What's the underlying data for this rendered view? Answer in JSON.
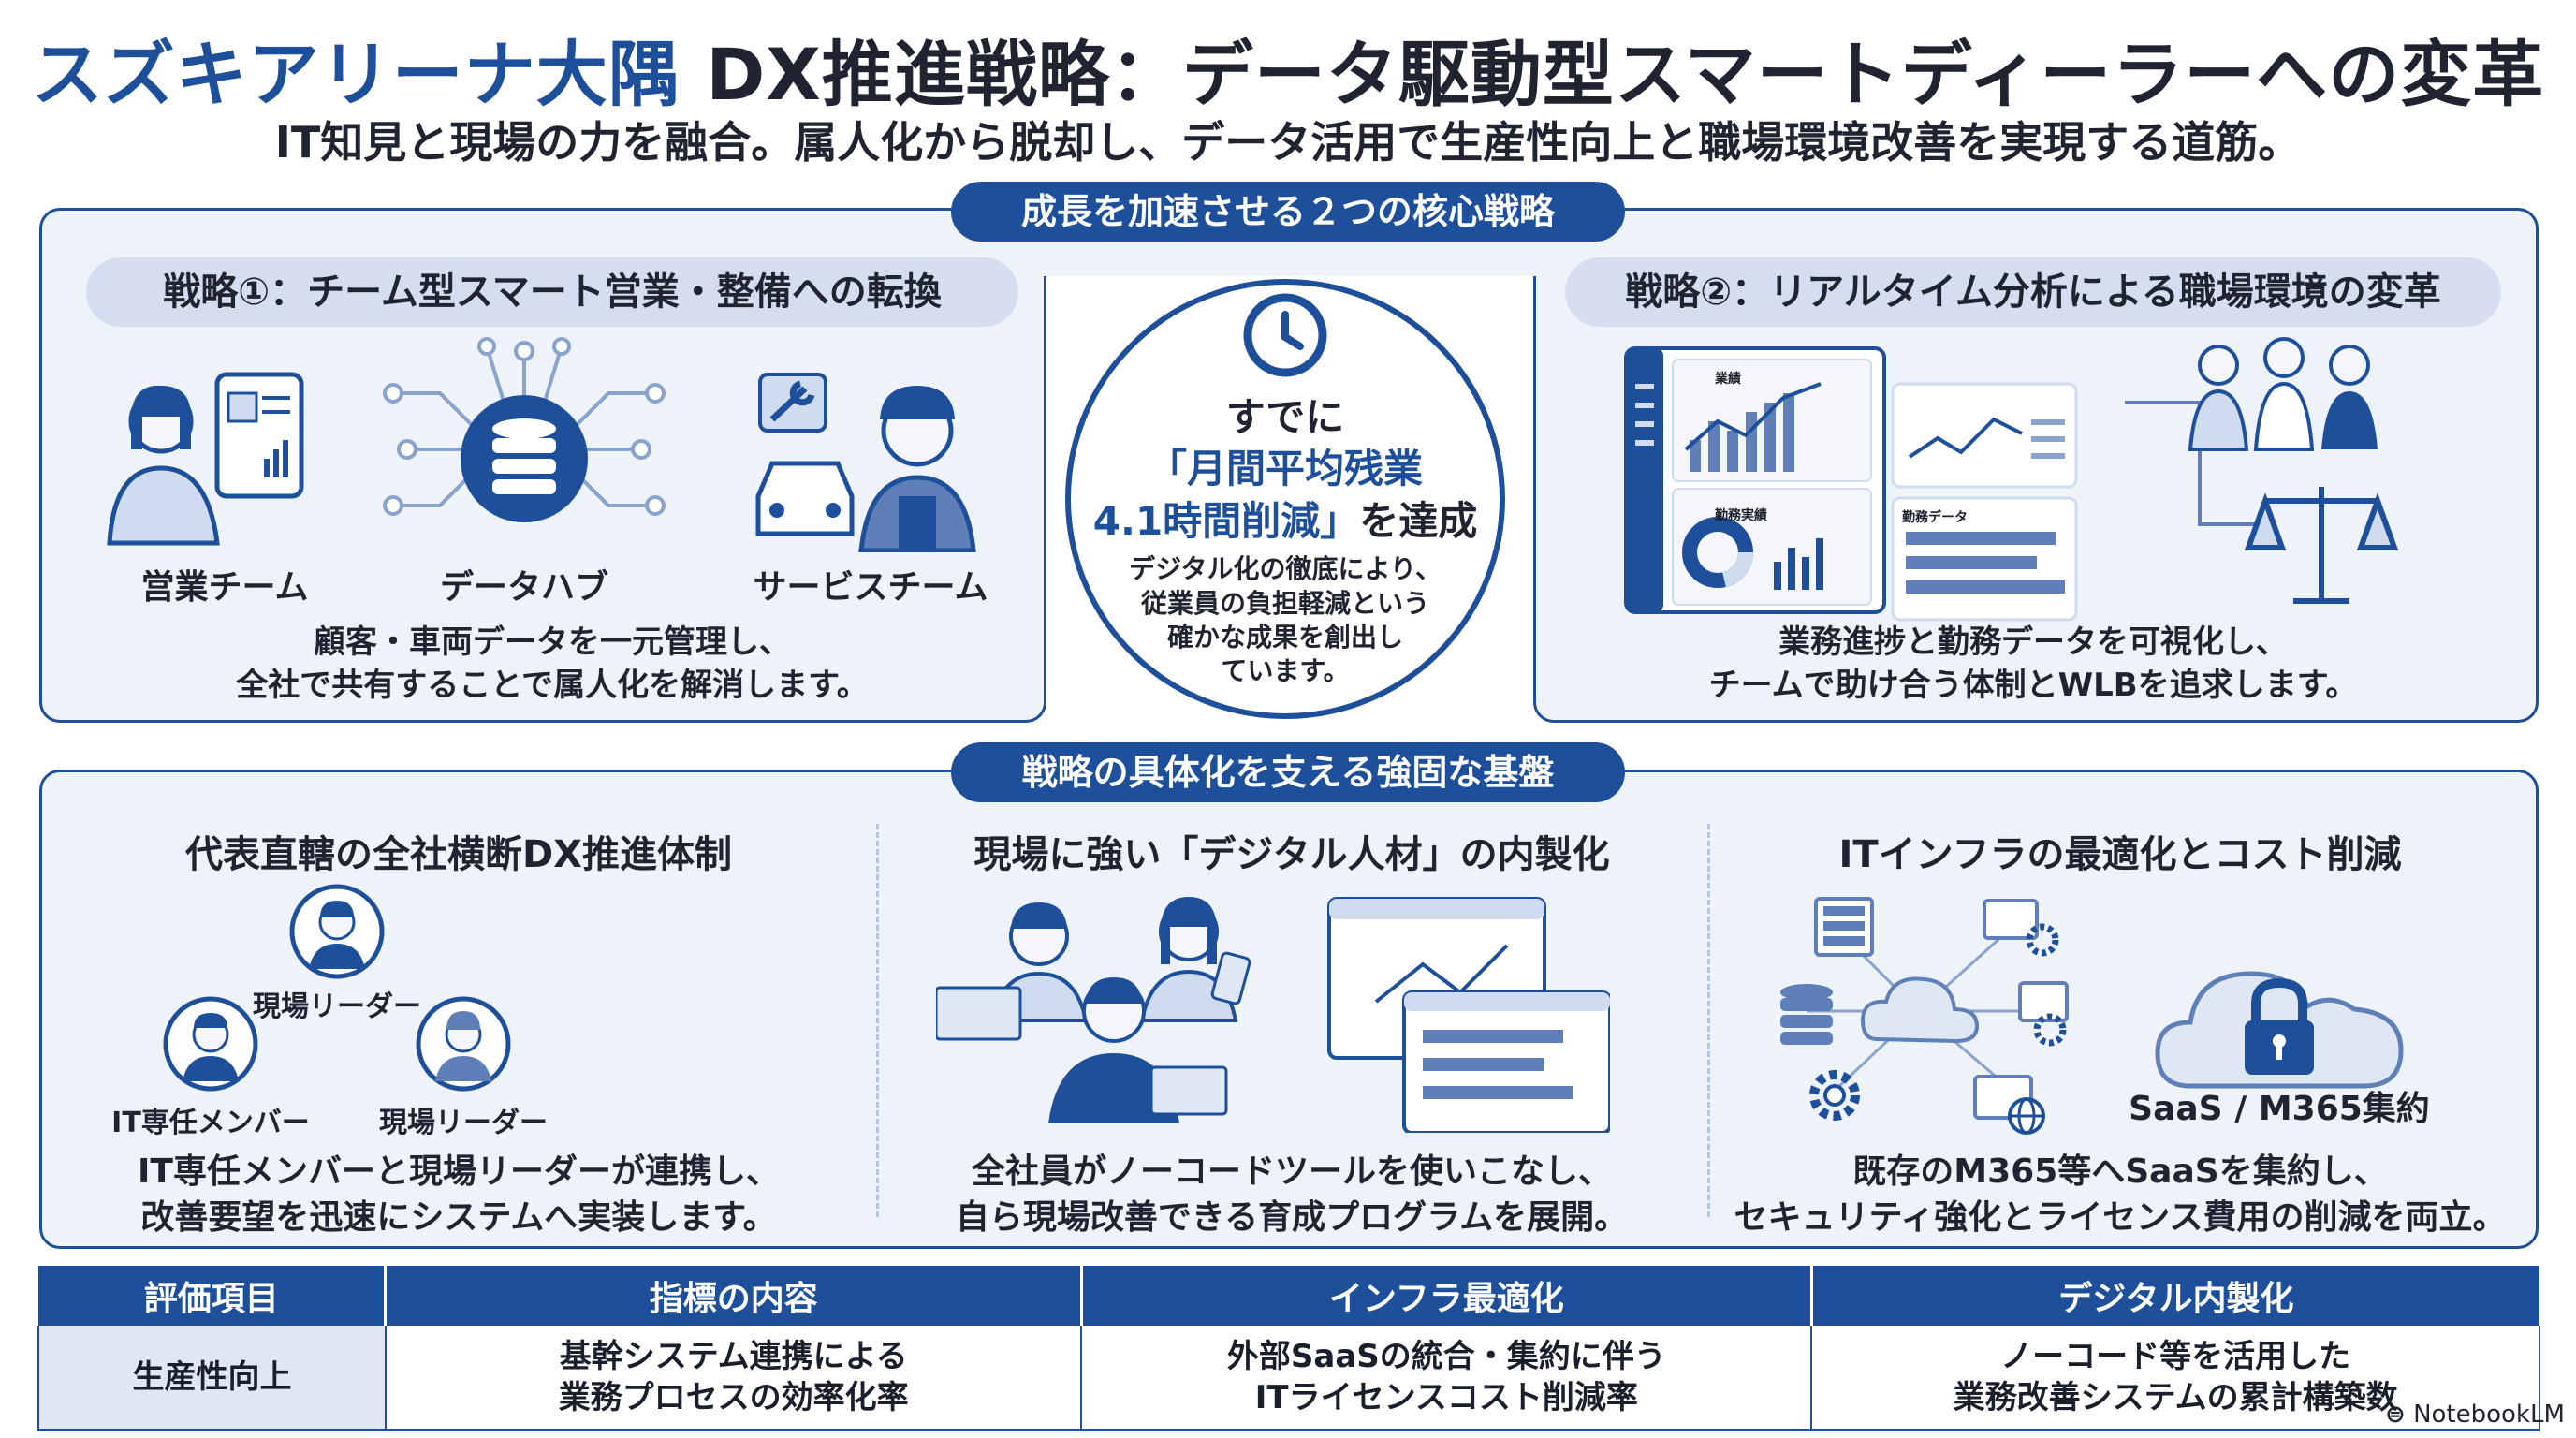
{
  "header": {
    "title_blue": "スズキアリーナ大隅",
    "title_dark": "DX推進戦略：データ駆動型スマートディーラーへの変革",
    "subtitle": "IT知見と現場の力を融合。属人化から脱却し、データ活用で生産性向上と職場環境改善を実現する道筋。"
  },
  "core": {
    "section_label": "成長を加速させる２つの核心戦略",
    "strategy1": {
      "title": "戦略①：チーム型スマート営業・整備への転換",
      "labels": [
        "営業チーム",
        "データハブ",
        "サービスチーム"
      ],
      "desc_line1": "顧客・車両データを一元管理し、",
      "desc_line2": "全社で共有することで属人化を解消します。"
    },
    "center": {
      "line1": "すでに",
      "line2": "「月間平均残業",
      "line3_a": "4.1時間削減」",
      "line3_b": "を達成",
      "desc1": "デジタル化の徹底により、",
      "desc2": "従業員の負担軽減という",
      "desc3": "確かな成果を創出し",
      "desc4": "ています。"
    },
    "strategy2": {
      "title": "戦略②：リアルタイム分析による職場環境の変革",
      "dash_label1": "業績",
      "dash_label2": "勤務実績",
      "dash_label3": "勤務データ",
      "desc_line1": "業務進捗と勤務データを可視化し、",
      "desc_line2": "チームで助け合う体制とWLBを追求します。"
    }
  },
  "foundation": {
    "section_label": "戦略の具体化を支える強固な基盤",
    "col1": {
      "title": "代表直轄の全社横断DX推進体制",
      "role_top": "現場リーダー",
      "role_left": "IT専任メンバー",
      "role_right": "現場リーダー",
      "desc_line1": "IT専任メンバーと現場リーダーが連携し、",
      "desc_line2": "改善要望を迅速にシステムへ実装します。"
    },
    "col2": {
      "title": "現場に強い「デジタル人材」の内製化",
      "desc_line1": "全社員がノーコードツールを使いこなし、",
      "desc_line2": "自ら現場改善できる育成プログラムを展開。"
    },
    "col3": {
      "title": "ITインフラの最適化とコスト削減",
      "saas_label": "SaaS / M365集約",
      "desc_line1": "既存のM365等へSaaSを集約し、",
      "desc_line2": "セキュリティ強化とライセンス費用の削減を両立。"
    }
  },
  "metrics": {
    "headers": [
      "評価項目",
      "指標の内容",
      "インフラ最適化",
      "デジタル内製化"
    ],
    "row": {
      "c1": "生産性向上",
      "c2_l1": "基幹システム連携による",
      "c2_l2": "業務プロセスの効率化率",
      "c3_l1": "外部SaaSの統合・集約に伴う",
      "c3_l2": "ITライセンスコスト削減率",
      "c4_l1": "ノーコード等を活用した",
      "c4_l2": "業務改善システムの累計構築数"
    }
  },
  "watermark": "NotebookLM",
  "colors": {
    "primary": "#1e4f9a",
    "panel_bg": "#eef3fa",
    "pill_light": "#d4def0"
  },
  "icons": [
    "clock-icon",
    "database-icon",
    "wrench-icon",
    "lock-icon",
    "cloud-icon",
    "gear-icon",
    "globe-icon",
    "scale-icon",
    "handshake-icon"
  ]
}
